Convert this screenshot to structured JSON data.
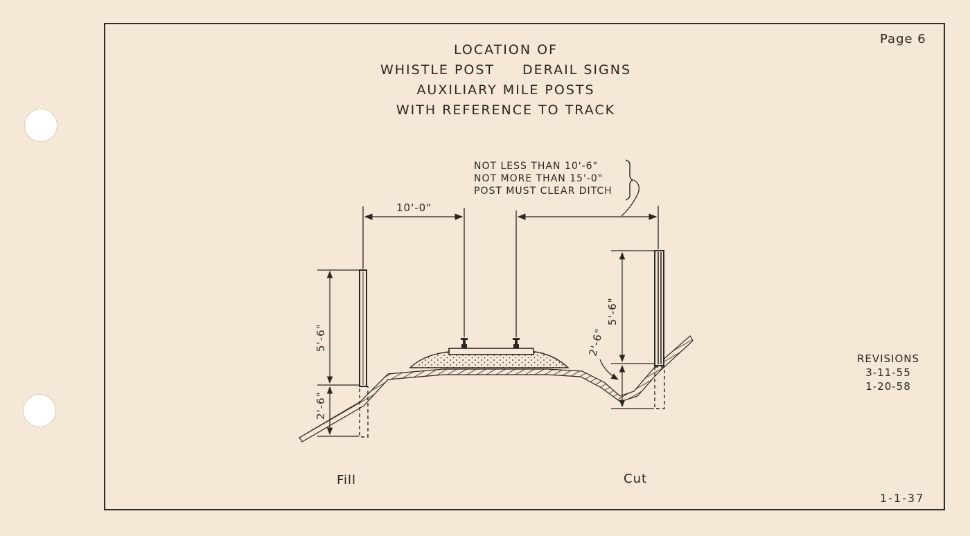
{
  "header": {
    "title_lines": [
      "LOCATION OF",
      "WHISTLE POST",
      "DERAIL SIGNS",
      "AUXILIARY MILE POSTS",
      "WITH REFERENCE TO TRACK"
    ],
    "page_label": "Page 6"
  },
  "revisions": {
    "heading": "REVISIONS",
    "dates": [
      "3-11-55",
      "1-20-58"
    ]
  },
  "doc_code": "1-1-37",
  "clearance_note": [
    "NOT LESS THAN 10'-6\"",
    "NOT MORE THAN 15'-0\"",
    "POST MUST CLEAR DITCH"
  ],
  "dimensions": {
    "rail_to_post_fill": "10'-0\"",
    "post_height_fill": "5'-6\"",
    "post_embed_fill": "2'-6\"",
    "post_height_cut": "5'-6\"",
    "ditch_depth_cut": "2'-6\""
  },
  "section_labels": {
    "fill": "Fill",
    "cut": "Cut"
  },
  "colors": {
    "paper": "#f5e8d6",
    "ink": "#2b2622"
  }
}
